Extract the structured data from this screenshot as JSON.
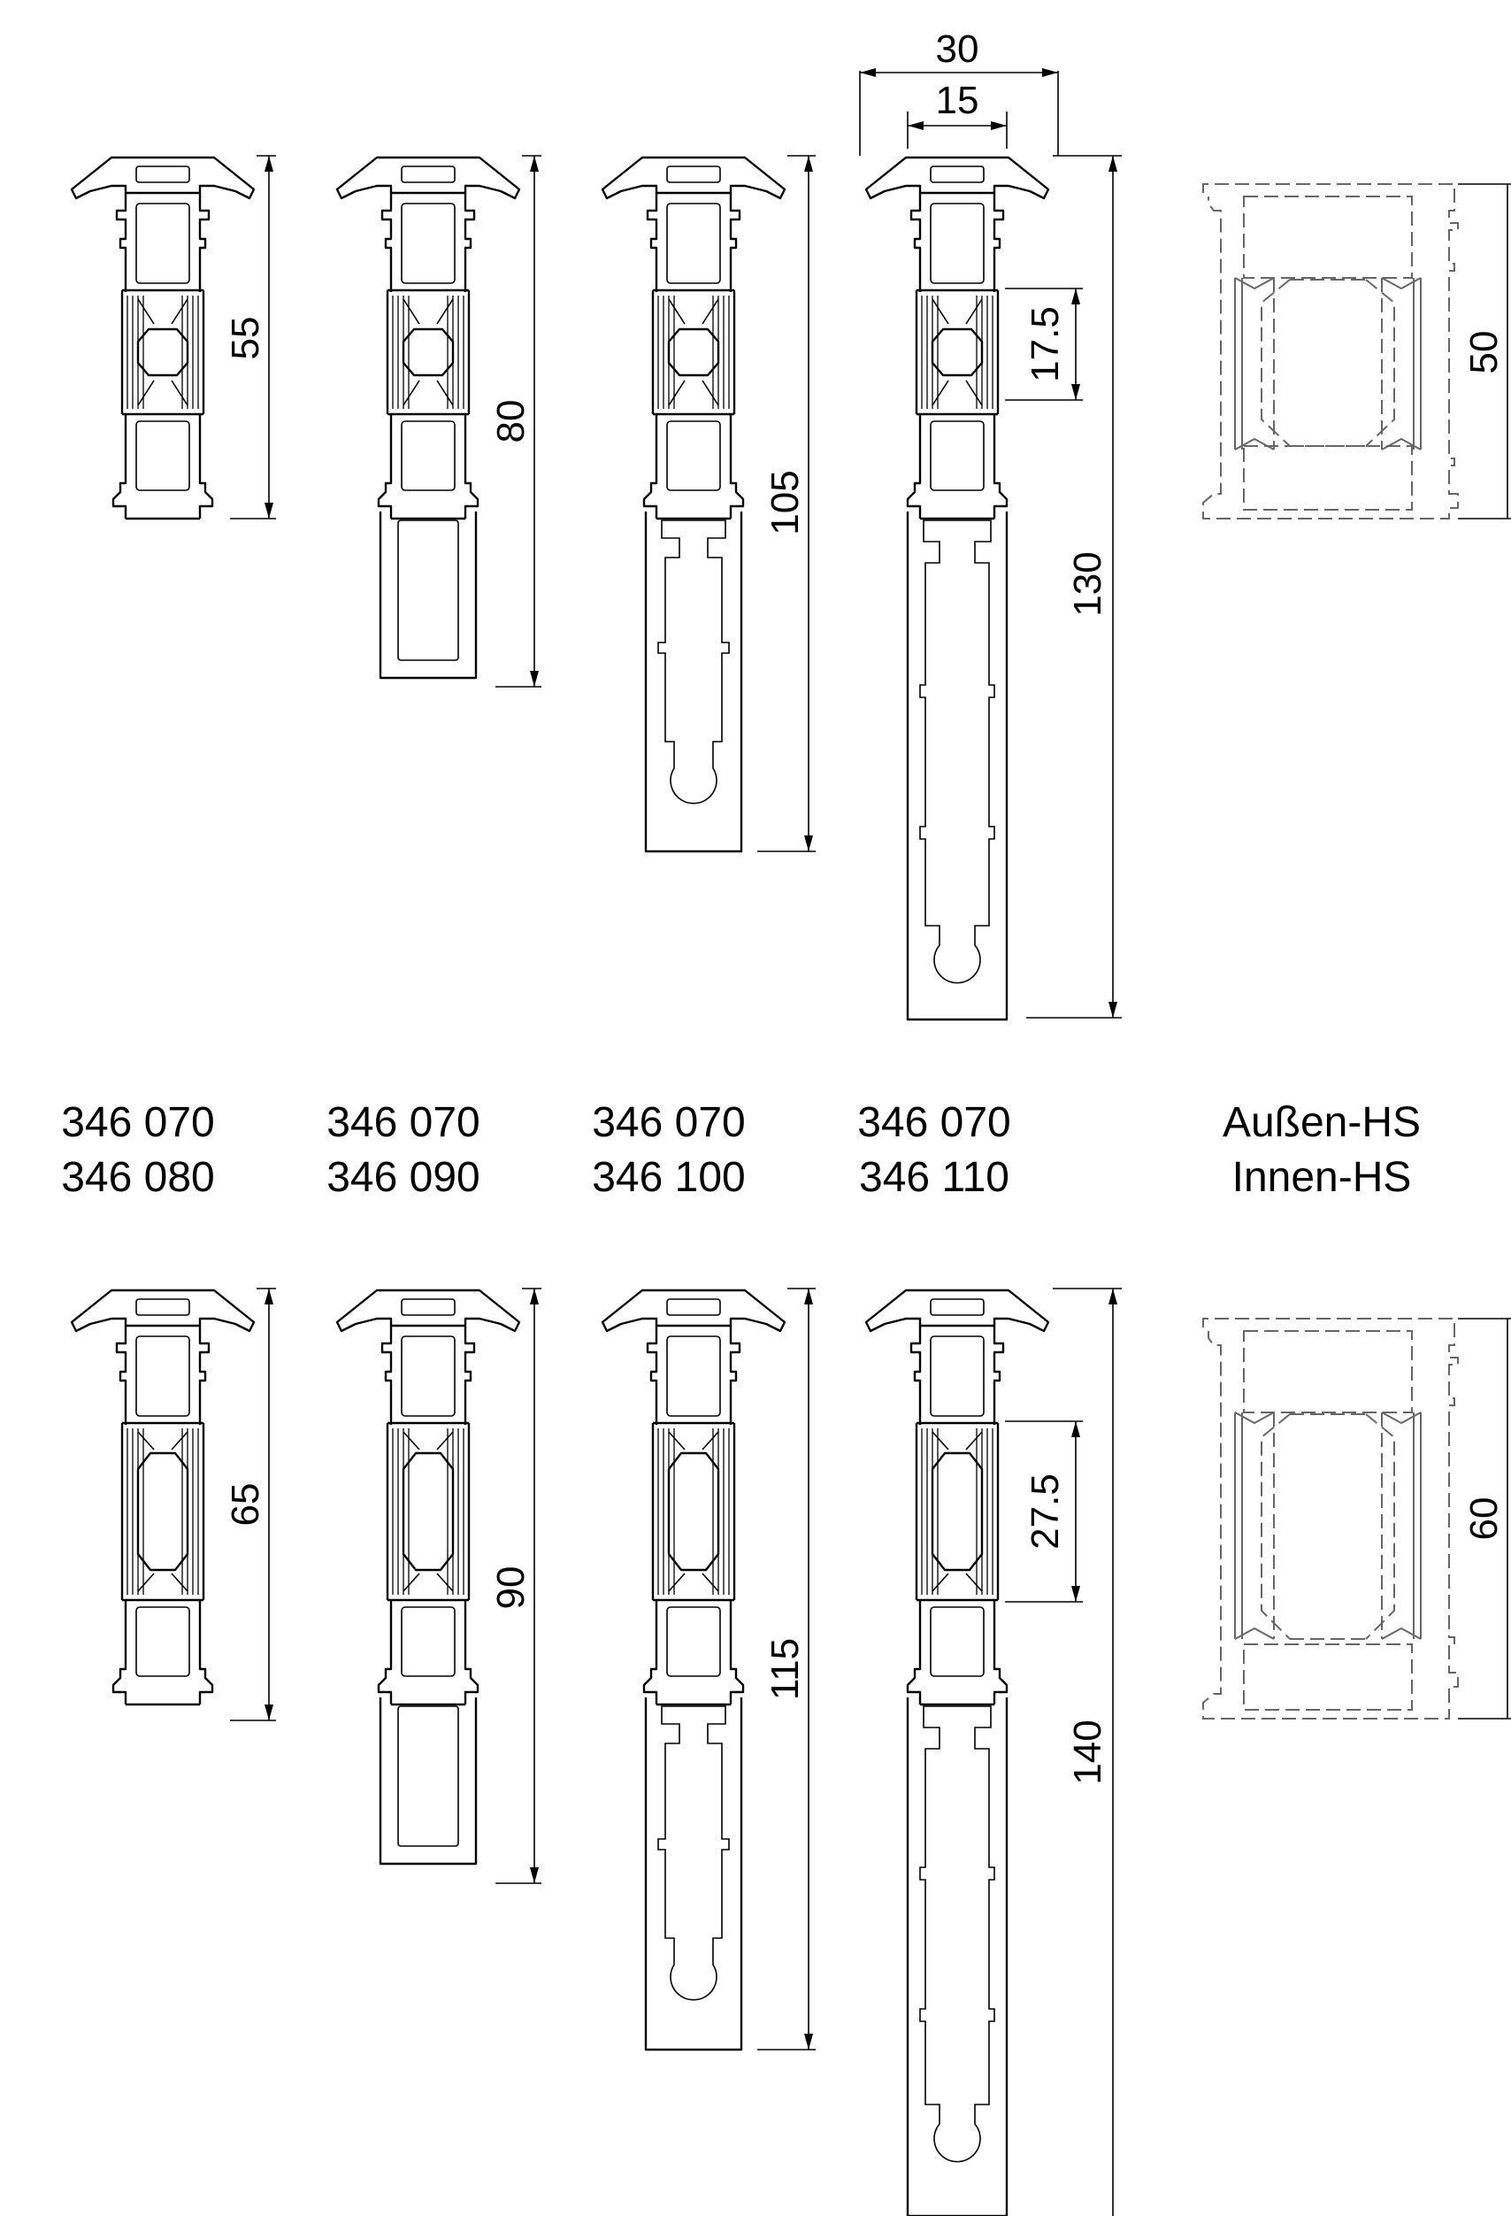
{
  "drawing": {
    "labels": [
      {
        "line1": "346 070",
        "line2": "346 080"
      },
      {
        "line1": "346 070",
        "line2": "346 090"
      },
      {
        "line1": "346 070",
        "line2": "346 100"
      },
      {
        "line1": "346 070",
        "line2": "346 110"
      },
      {
        "line1": "Außen-HS",
        "line2": "Innen-HS"
      }
    ],
    "dimensions": {
      "top_row_heights": [
        "55",
        "80",
        "105",
        "130"
      ],
      "bottom_row_heights": [
        "65",
        "90",
        "115",
        "140"
      ],
      "width_total": "30",
      "width_half": "15",
      "pin_top": "17.5",
      "pin_bottom": "27.5",
      "hinge_top": "50",
      "hinge_bottom": "60"
    }
  }
}
